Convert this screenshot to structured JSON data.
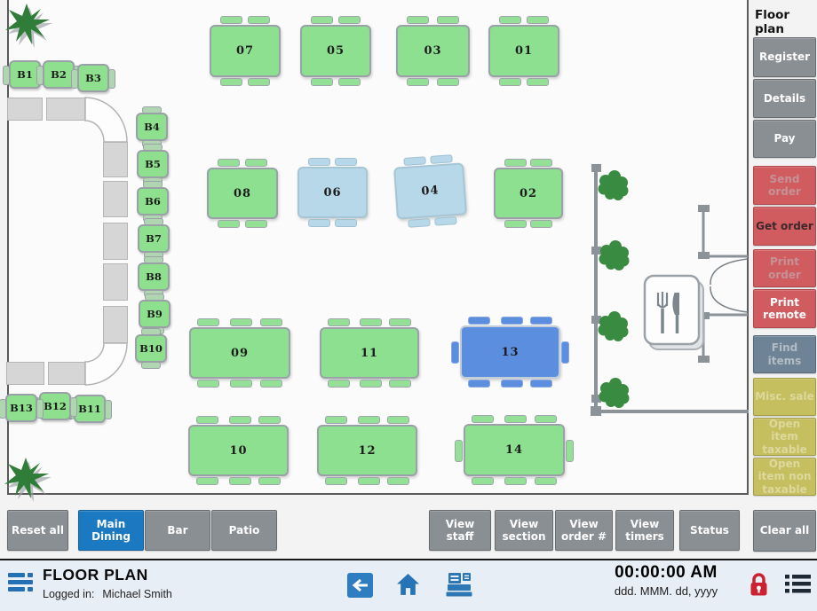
{
  "sidebar": {
    "title": "Floor plan",
    "buttons": [
      {
        "label": "Register",
        "style": "gray",
        "enabled": true
      },
      {
        "label": "Details",
        "style": "gray",
        "enabled": true
      },
      {
        "label": "Pay",
        "style": "gray",
        "enabled": true
      },
      {
        "label": "Send order",
        "style": "red",
        "enabled": false
      },
      {
        "label": "Get order",
        "style": "red",
        "enabled": true
      },
      {
        "label": "Print order",
        "style": "red",
        "enabled": false
      },
      {
        "label": "Print remote",
        "style": "red",
        "enabled": true
      },
      {
        "label": "Find items",
        "style": "slate",
        "enabled": false
      },
      {
        "label": "Misc. sale",
        "style": "olive",
        "enabled": false
      },
      {
        "label": "Open item taxable",
        "style": "olive",
        "enabled": false
      },
      {
        "label": "Open item non taxable",
        "style": "olive",
        "enabled": false
      },
      {
        "label": "Clear all",
        "style": "gray",
        "enabled": true
      }
    ]
  },
  "toolbar": {
    "left": [
      {
        "label": "Reset all",
        "active": false
      },
      {
        "label": "Main Dining",
        "active": true
      },
      {
        "label": "Bar",
        "active": false
      },
      {
        "label": "Patio",
        "active": false
      }
    ],
    "right": [
      {
        "label": "View staff"
      },
      {
        "label": "View section"
      },
      {
        "label": "View order #"
      },
      {
        "label": "View timers"
      },
      {
        "label": "Status"
      }
    ]
  },
  "footer": {
    "title": "FLOOR PLAN",
    "logged_in_label": "Logged in:",
    "user_name": "Michael Smith",
    "time": "00:00:00 AM",
    "date_format": "ddd. MMM. dd, yyyy",
    "icons": [
      "menu-icon",
      "back-icon",
      "home-icon",
      "register-icon",
      "lock-icon",
      "list-icon"
    ]
  },
  "floor": {
    "tables": [
      {
        "label": "07",
        "status": "available"
      },
      {
        "label": "05",
        "status": "available"
      },
      {
        "label": "03",
        "status": "available"
      },
      {
        "label": "01",
        "status": "available"
      },
      {
        "label": "08",
        "status": "available"
      },
      {
        "label": "06",
        "status": "occupied"
      },
      {
        "label": "04",
        "status": "occupied"
      },
      {
        "label": "02",
        "status": "available"
      },
      {
        "label": "09",
        "status": "available"
      },
      {
        "label": "11",
        "status": "available"
      },
      {
        "label": "13",
        "status": "selected"
      },
      {
        "label": "10",
        "status": "available"
      },
      {
        "label": "12",
        "status": "available"
      },
      {
        "label": "14",
        "status": "available"
      }
    ],
    "stools": [
      {
        "label": "B1"
      },
      {
        "label": "B2"
      },
      {
        "label": "B3"
      },
      {
        "label": "B4"
      },
      {
        "label": "B5"
      },
      {
        "label": "B6"
      },
      {
        "label": "B7"
      },
      {
        "label": "B8"
      },
      {
        "label": "B9"
      },
      {
        "label": "B10"
      },
      {
        "label": "B11"
      },
      {
        "label": "B12"
      },
      {
        "label": "B13"
      }
    ]
  },
  "colors": {
    "table_available": "#8ce08f",
    "table_occupied": "#b7d8e8",
    "table_selected": "#5b8edf",
    "button_gray": "#8a8f94",
    "button_red": "#d15c60",
    "button_slate": "#6e8496",
    "button_olive": "#c6bf60",
    "active_tab_blue": "#1b79c1",
    "footer_icon_blue": "#2673b5",
    "lock_red": "#cc2130"
  }
}
